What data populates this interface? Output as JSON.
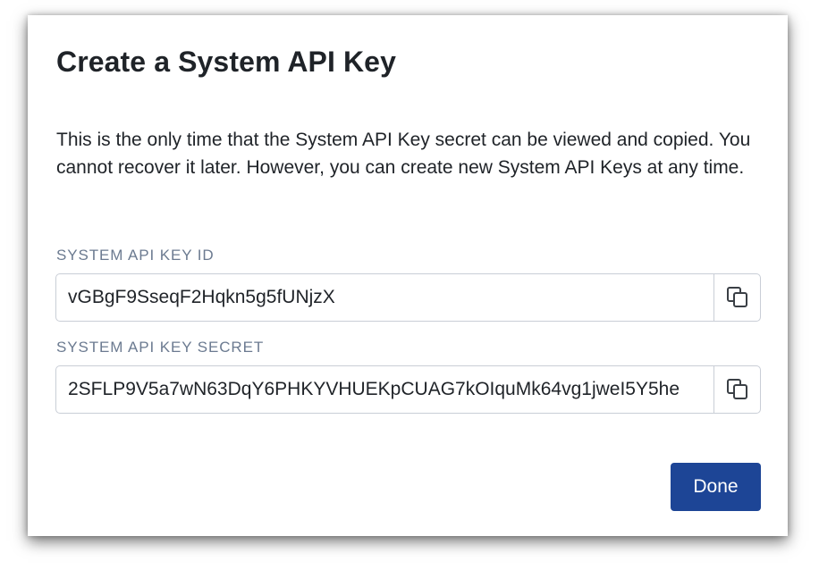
{
  "dialog": {
    "title": "Create a System API Key",
    "description": "This is the only time that the System API Key secret can be viewed and copied. You cannot recover it later. However, you can create new System API Keys at any time.",
    "key_id": {
      "label": "SYSTEM API KEY ID",
      "value": "vGBgF9SseqF2Hqkn5g5fUNjzX",
      "copy_icon": "copy-icon"
    },
    "key_secret": {
      "label": "SYSTEM API KEY SECRET",
      "value": "2SFLP9V5a7wN63DqY6PHKYVHUEKpCUAG7kOIquMk64vg1jweI5Y5he",
      "copy_icon": "copy-icon"
    },
    "done_label": "Done"
  },
  "colors": {
    "primary_button": "#1d4596",
    "label_text": "#6b7a90",
    "body_text": "#1f2328",
    "border": "#c9ced6"
  }
}
